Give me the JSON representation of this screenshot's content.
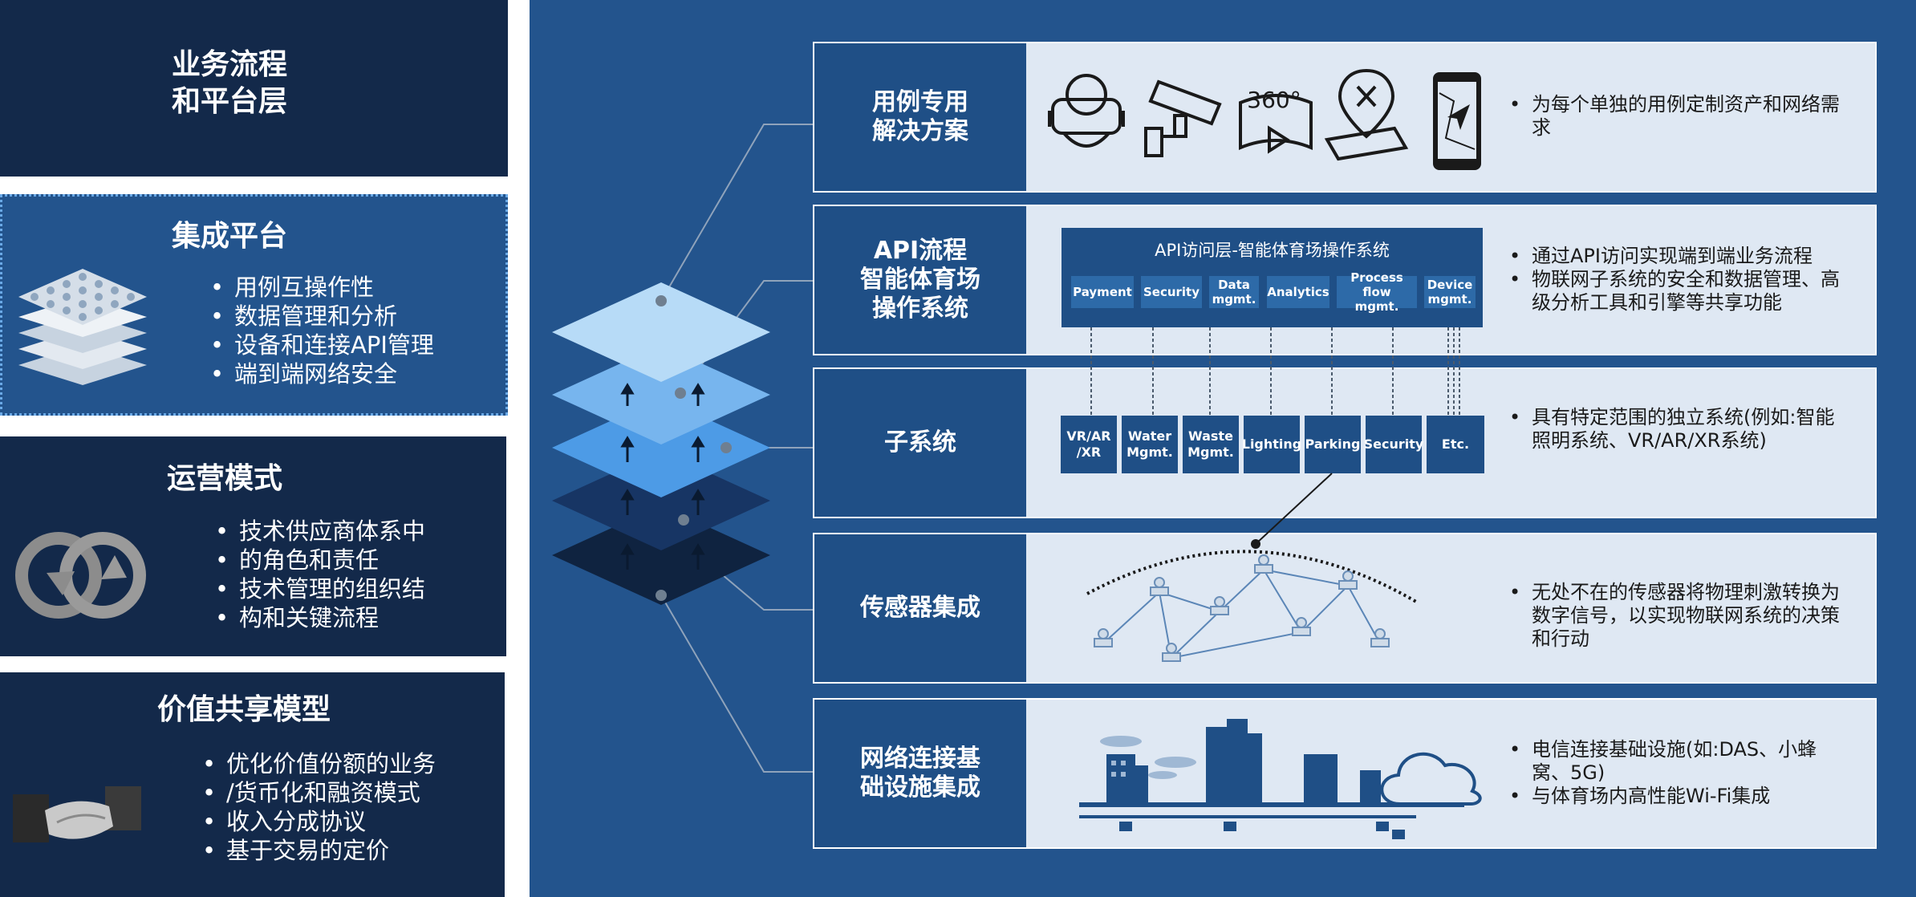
{
  "left": {
    "business": {
      "title_line1": "业务流程",
      "title_line2": "和平台层"
    },
    "integration": {
      "title": "集成平台",
      "items": [
        "用例互操作性",
        "数据管理和分析",
        "设备和连接API管理",
        "端到端网络安全"
      ]
    },
    "operations": {
      "title": "运营模式",
      "items": [
        "技术供应商体系中",
        "的角色和责任",
        "技术管理的组织结",
        "构和关键流程"
      ]
    },
    "value": {
      "title": "价值共享模型",
      "items": [
        "优化价值份额的业务",
        "/货币化和融资模式",
        "收入分成协议",
        "基于交易的定价"
      ]
    }
  },
  "rows": [
    {
      "label": "用例专用\n解决方案",
      "desc": [
        "为每个单独的用例定制资产和网络需求"
      ]
    },
    {
      "label": "API流程\n智能体育场\n操作系统",
      "desc": [
        "通过API访问实现端到端业务流程",
        "物联网子系统的安全和数据管理、高级分析工具和引擎等共享功能"
      ]
    },
    {
      "label": "子系统",
      "desc": [
        "具有特定范围的独立系统(例如:智能照明系统、VR/AR/XR系统)"
      ]
    },
    {
      "label": "传感器集成",
      "desc": [
        "无处不在的传感器将物理刺激转换为数字信号，以实现物联网系统的决策和行动"
      ]
    },
    {
      "label": "网络连接基\n础设施集成",
      "desc": [
        "电信连接基础设施(如:DAS、小蜂窝、5G)",
        "与体育场内高性能Wi-Fi集成"
      ]
    }
  ],
  "api": {
    "title": "API访问层-智能体育场操作系统",
    "chips": [
      "Payment",
      "Security",
      "Data\nmgmt.",
      "Analytics",
      "Process flow\nmgmt.",
      "Device\nmgmt."
    ]
  },
  "subsystems": [
    "VR/AR\n/XR",
    "Water\nMgmt.",
    "Waste\nMgmt.",
    "Lighting",
    "Parking",
    "Security",
    "Etc."
  ],
  "icons": [
    "vr-headset-icon",
    "security-camera-icon",
    "360-video-icon",
    "food-delivery-map-icon",
    "smartphone-navigation-icon"
  ],
  "icon_text_360": "360°",
  "colors": {
    "navy": "#13294a",
    "mid_blue": "#23548d",
    "label_blue": "#1f4f86",
    "row_bg": "#dfe8f3"
  }
}
